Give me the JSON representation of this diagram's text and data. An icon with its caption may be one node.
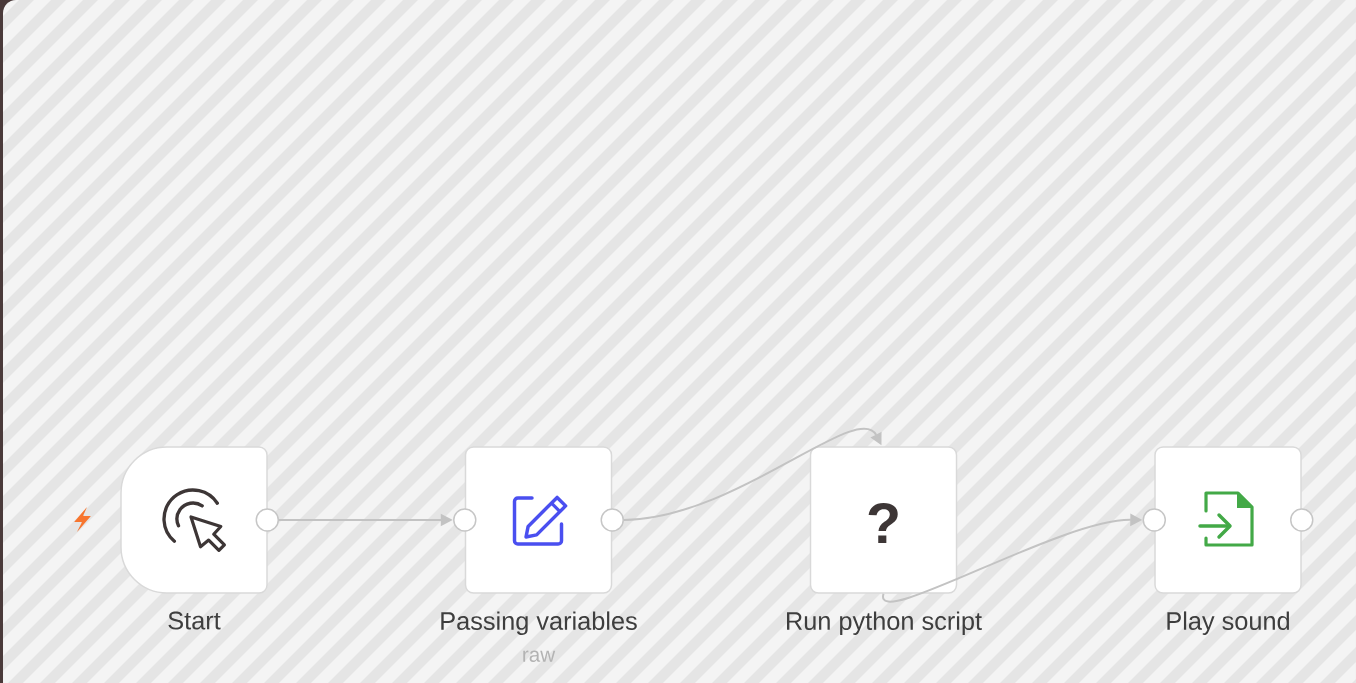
{
  "diagram": {
    "nodes": [
      {
        "text": [
          "Start"
        ]
      },
      {
        "text": [
          "Passing variables",
          "raw"
        ]
      },
      {
        "text": [
          "?",
          "Run python script"
        ]
      },
      {
        "text": [
          "Play sound"
        ]
      }
    ],
    "edges": [
      {
        "from": 0,
        "to": 1,
        "arrow": "to"
      },
      {
        "from": 1,
        "to": 2,
        "arrow": "to"
      },
      {
        "from": 2,
        "to": 3,
        "arrow": "to"
      }
    ]
  }
}
